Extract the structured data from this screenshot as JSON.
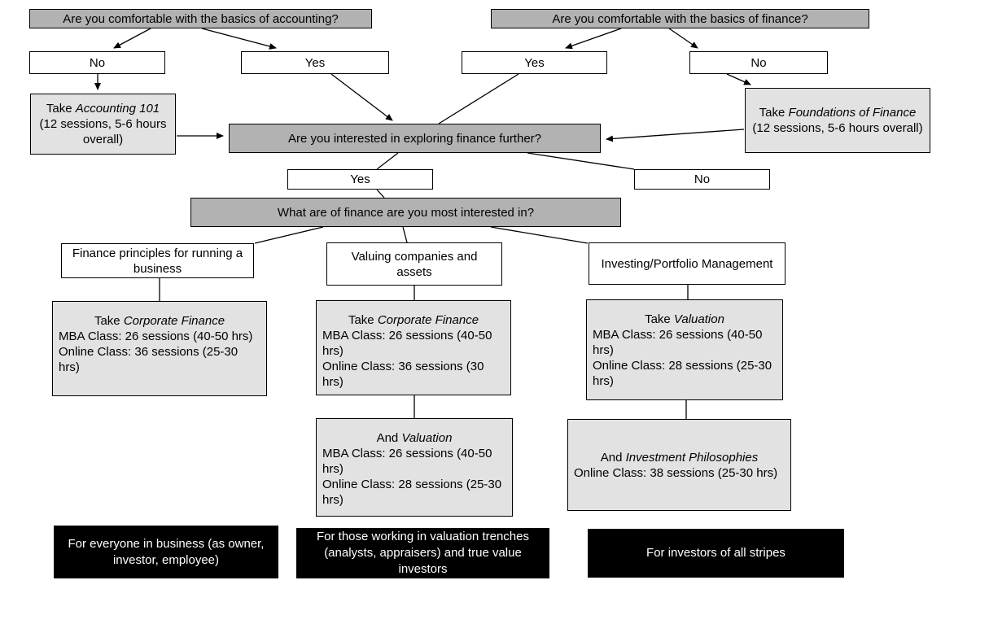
{
  "diagram": {
    "questions": {
      "accounting": "Are you comfortable with the basics of accounting?",
      "finance": "Are you comfortable with the basics of finance?",
      "explore": "Are you interested in exploring finance further?",
      "area": "What are of finance are you most interested in?"
    },
    "answers": {
      "acc_no": "No",
      "acc_yes": "Yes",
      "fin_yes": "Yes",
      "fin_no": "No",
      "explore_yes": "Yes",
      "explore_no": "No"
    },
    "remedial": {
      "accounting": {
        "prefix": "Take",
        "course": "Accounting 101",
        "detail": "(12 sessions, 5-6 hours overall)"
      },
      "finance": {
        "prefix": "Take",
        "course": "Foundations of Finance",
        "detail": "(12 sessions, 5-6 hours overall)"
      }
    },
    "branches": {
      "principles": "Finance principles for running a business",
      "valuation": "Valuing companies and assets",
      "investing": "Investing/Portfolio Management"
    },
    "courses": {
      "c1": {
        "prefix": "Take",
        "course": "Corporate Finance",
        "lines": [
          "MBA Class: 26 sessions (40-50 hrs)",
          "Online Class: 36 sessions (25-30 hrs)"
        ]
      },
      "c2": {
        "prefix": "Take",
        "course": "Corporate Finance",
        "lines": [
          "MBA Class: 26 sessions (40-50 hrs)",
          "Online Class: 36 sessions (30 hrs)"
        ]
      },
      "c3": {
        "prefix": "Take",
        "course": "Valuation",
        "lines": [
          "MBA Class: 26 sessions (40-50 hrs)",
          "Online Class: 28 sessions (25-30 hrs)"
        ]
      },
      "d2": {
        "prefix": "And",
        "course": "Valuation",
        "lines": [
          "MBA Class: 26 sessions (40-50 hrs)",
          "Online Class: 28 sessions (25-30 hrs)"
        ]
      },
      "d3": {
        "prefix": "And",
        "course": "Investment Philosophies",
        "lines": [
          "Online Class: 38 sessions (25-30 hrs)"
        ]
      }
    },
    "audiences": {
      "a1": "For everyone in business (as owner, investor, employee)",
      "a2": "For those working in valuation trenches (analysts, appraisers) and true value investors",
      "a3": "For investors of all stripes"
    },
    "colors": {
      "question_bg": "#b2b2b2",
      "course_bg": "#e2e2e2",
      "audience_bg": "#000000",
      "audience_text": "#ffffff"
    }
  }
}
